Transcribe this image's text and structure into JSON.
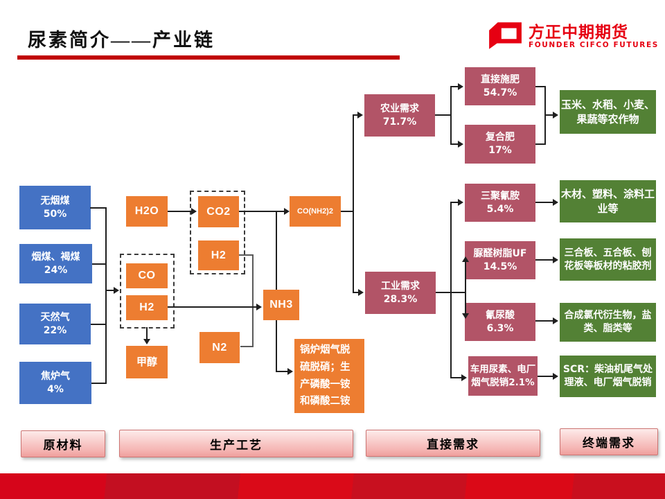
{
  "header": {
    "title": "尿素简介——产业链",
    "logo": {
      "cn": "方正中期期货",
      "en": "FOUNDER CIFCO FUTURES"
    }
  },
  "flow": {
    "raw_materials": [
      {
        "label": "无烟煤",
        "pct": "50%"
      },
      {
        "label": "烟煤、褐煤",
        "pct": "24%"
      },
      {
        "label": "天然气",
        "pct": "22%"
      },
      {
        "label": "焦炉气",
        "pct": "4%"
      }
    ],
    "process": {
      "h2o": "H2O",
      "co2": "CO2",
      "h2_upper": "H2",
      "co": "CO",
      "h2_lower": "H2",
      "methanol": "甲醇",
      "n2": "N2",
      "nh3": "NH3",
      "urea": "CO(NH2)2",
      "nh3_note": "锅炉烟气脱硫脱硝；生产磷酸一铵和磷酸二铵"
    },
    "direct_demand": {
      "agriculture": {
        "label": "农业需求",
        "pct": "71.7%"
      },
      "direct_fertilizer": {
        "label": "直接施肥",
        "pct": "54.7%"
      },
      "compound_fertilizer": {
        "label": "复合肥",
        "pct": "17%"
      },
      "industry": {
        "label": "工业需求",
        "pct": "28.3%"
      },
      "melamine": {
        "label": "三聚氰胺",
        "pct": "5.4%"
      },
      "uf_resin": {
        "label": "脲醛树脂UF",
        "pct": "14.5%"
      },
      "cyanuric_acid": {
        "label": "氰尿酸",
        "pct": "6.3%"
      },
      "vehicle_urea": {
        "label": "车用尿素、电厂烟气脱销",
        "pct": "2.1%"
      }
    },
    "end_demand": {
      "crops": "玉米、水稻、小麦、果蔬等农作物",
      "wood": "木材、塑料、涂料工业等",
      "boards": "三合板、五合板、刨花板等板材的粘胶剂",
      "chloro": "合成氯代衍生物，盐类、脂类等",
      "scr": "SCR：柴油机尾气处理液、电厂烟气脱销"
    }
  },
  "legend": {
    "raw": "原材料",
    "process": "生产工艺",
    "direct": "直接需求",
    "end": "终端需求"
  },
  "colors": {
    "blue": "#4472C4",
    "orange": "#ED7D31",
    "maroon": "#B25467",
    "green": "#538135",
    "accent_red": "#C00000",
    "logo_red": "#E60012"
  }
}
